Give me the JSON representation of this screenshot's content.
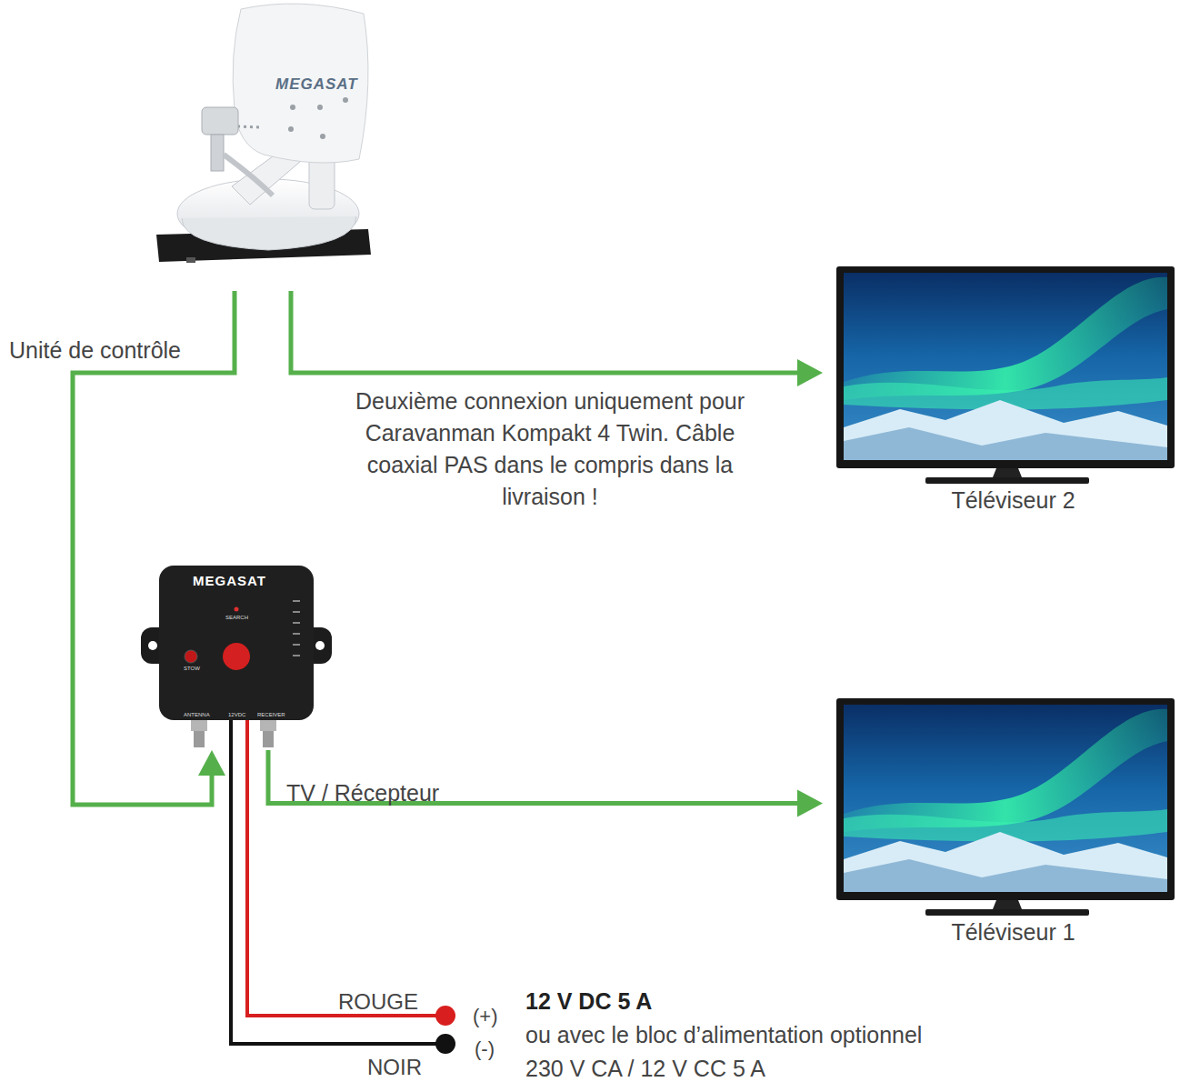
{
  "diagram": {
    "nodes": [
      {
        "text": [
          "MEGASAT"
        ]
      },
      {
        "text": [
          "MEGASAT",
          "SEARCH",
          "STOW",
          "ANTENNA",
          "12VDC",
          "RECEIVER"
        ]
      },
      {
        "text": [
          "Téléviseur 2"
        ]
      },
      {
        "text": [
          "Téléviseur 1"
        ]
      }
    ],
    "edges": [
      {
        "from": 0,
        "to": 1,
        "arrow": "to",
        "label": "Unité de contrôle"
      },
      {
        "from": 0,
        "to": 2,
        "arrow": "to",
        "label": "Deuxième connexion uniquement pour Caravanman Kompakt 4 Twin. Câble coaxial PAS dans le compris dans la livraison !"
      },
      {
        "from": 1,
        "to": 3,
        "arrow": "to",
        "label": "TV / Récepteur"
      }
    ],
    "labels": [
      "ROUGE",
      "(+)",
      "12 V DC 5 A",
      "ou avec le bloc d’alimentation optionnel 230 V CA / 12 V CC 5 A",
      "NOIR",
      "(-)"
    ]
  }
}
